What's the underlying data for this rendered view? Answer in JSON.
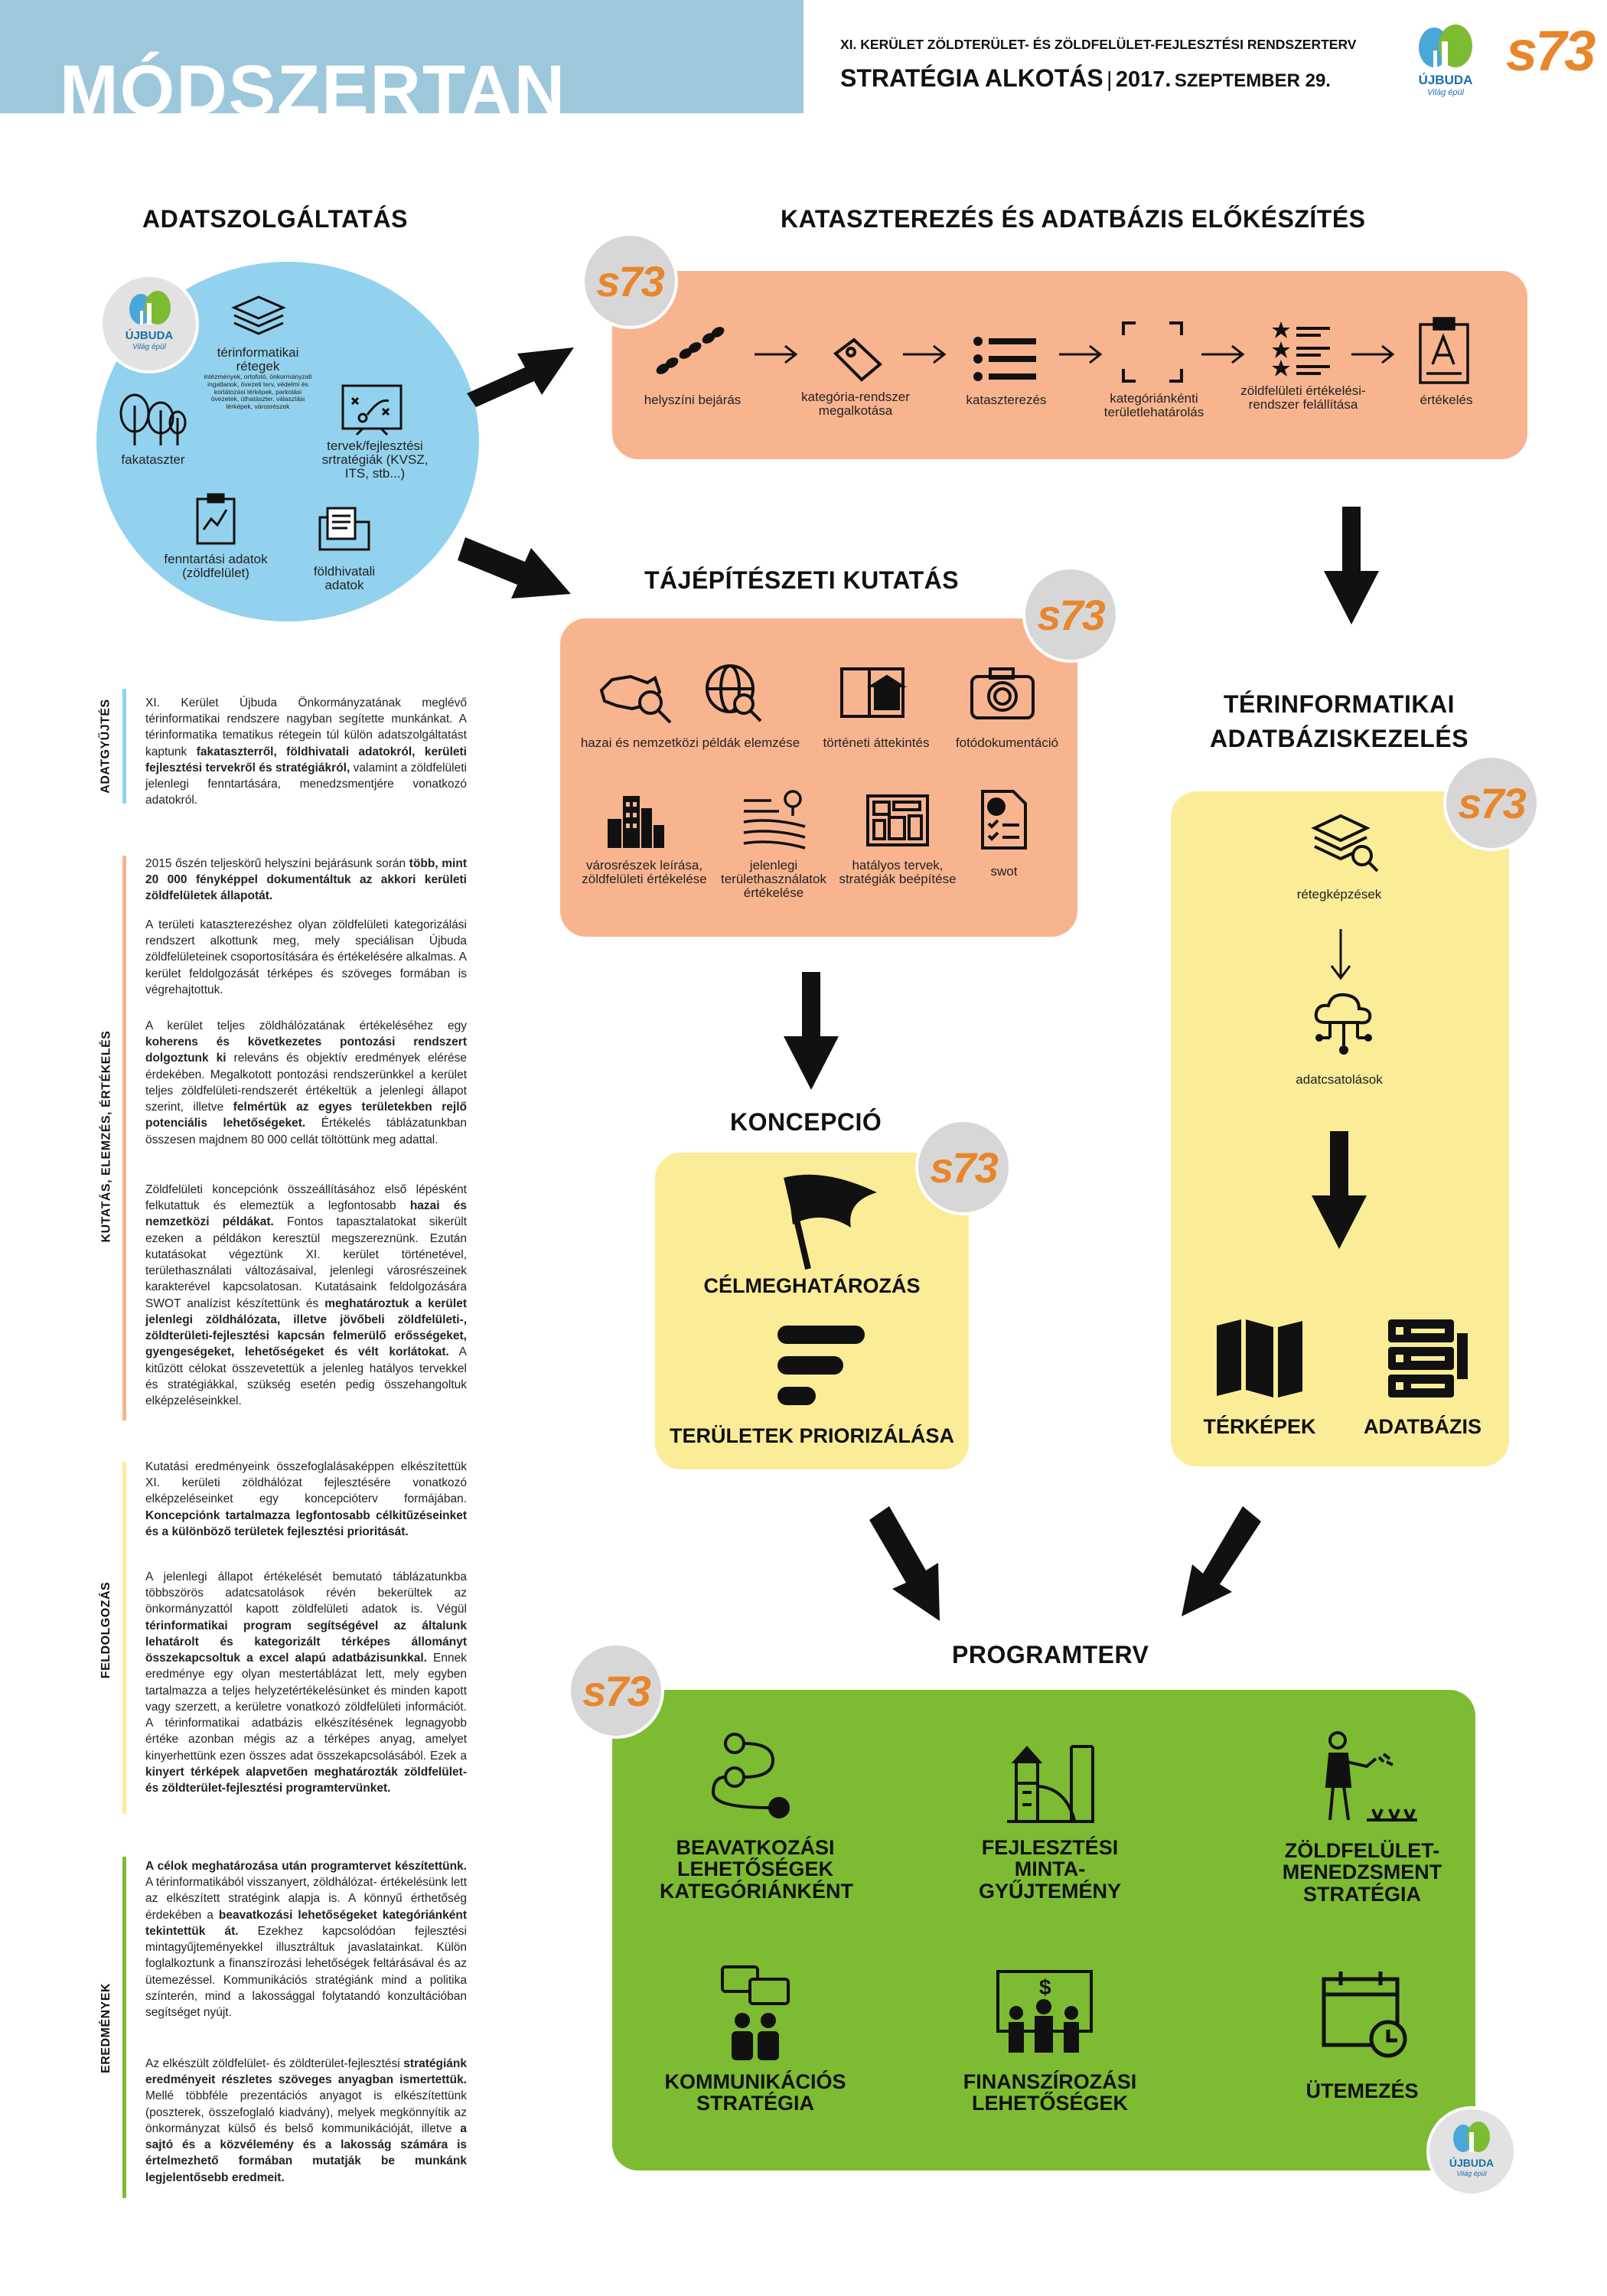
{
  "header": {
    "banner_title": "MÓDSZERTAN",
    "subtitle": "XI. KERÜLET ZÖLDTERÜLET- ÉS ZÖLDFELÜLET-FEJLESZTÉSI RENDSZERTERV",
    "title_main": "STRATÉGIA ALKOTÁS",
    "title_sep": "|",
    "title_date": "2017.",
    "title_date_small": "SZEPTEMBER 29.",
    "logo_text": "ÚJBUDA",
    "logo_tagline": "Világ épül",
    "brand": "s73"
  },
  "colors": {
    "orange": "#f8b48f",
    "yellow": "#fbec98",
    "green": "#7dbb33",
    "blue": "#93d2ee",
    "banner": "#9dc8dc"
  },
  "adatszolgaltatas": {
    "title": "ADATSZOLGÁLTATÁS",
    "logo_text": "ÚJBUDA",
    "logo_tagline": "Világ épül",
    "items": {
      "terinfo": "térinformatikai rétegek",
      "terinfo_small": "intézmények, ortofotó, önkormányzati ingatlanok, övezeti terv, védelmi és korlátozási térképek, parkolási övezetek, úthatászter, választási lérképek, városrészek",
      "fakataszter": "fakataszter",
      "tervek": "tervek/fejlesztési srtratégiák (KVSZ, ITS, stb...)",
      "fenntartasi": "fenntartási adatok (zöldfelület)",
      "foldhivatali": "földhivatali adatok"
    }
  },
  "kataszterezes": {
    "title": "KATASZTEREZÉS ÉS ADATBÁZIS ELŐKÉSZÍTÉS",
    "badge": "s73",
    "steps": [
      "helyszíni bejárás",
      "kategória-rendszer megalkotása",
      "kataszterezés",
      "kategóriánkénti területlehatárolás",
      "zöldfelületi értékelési-rendszer felállítása",
      "értékelés"
    ]
  },
  "tajepiteszeti": {
    "title": "TÁJÉPÍTÉSZETI KUTATÁS",
    "badge": "s73",
    "row1": [
      "hazai és nemzetközi példák elemzése",
      "történeti áttekintés",
      "fotódokumentáció"
    ],
    "row2": [
      "városrészek leírása, zöldfelületi értékelése",
      "jelenlegi területhasználatok értékelése",
      "hatályos tervek, stratégiák beépítése",
      "swot"
    ]
  },
  "terinformatikai": {
    "title": "TÉRINFORMATIKAI ADATBÁZISKEZELÉS",
    "badge": "s73",
    "items": [
      "rétegképzések",
      "adatcsatolások"
    ],
    "outputs": [
      "TÉRKÉPEK",
      "ADATBÁZIS"
    ]
  },
  "koncepcio": {
    "title": "KONCEPCIÓ",
    "badge": "s73",
    "items": [
      "CÉLMEGHATÁROZÁS",
      "TERÜLETEK PRIORIZÁLÁSA"
    ]
  },
  "programterv": {
    "title": "PROGRAMTERV",
    "badge": "s73",
    "items": [
      "BEAVATKOZÁSI LEHETŐSÉGEK KATEGÓRIÁNKÉNT",
      "FEJLESZTÉSI MINTA-GYŰJTEMÉNY",
      "ZÖLDFELÜLET-MENEDZSMENT STRATÉGIA",
      "KOMMUNIKÁCIÓS STRATÉGIA",
      "FINANSZÍROZÁSI LEHETŐSÉGEK",
      "ÜTEMEZÉS"
    ],
    "logo_text": "ÚJBUDA",
    "logo_tagline": "Világ épül"
  },
  "sidebar": {
    "adatgyujtes": "ADATGYŰJTÉS",
    "kutatas": "KUTATÁS, ELEMZÉS, ÉRTÉKELÉS",
    "feldolgozas": "FELDOLGOZÁS",
    "eredmenyek": "EREDMÉNYEK"
  }
}
